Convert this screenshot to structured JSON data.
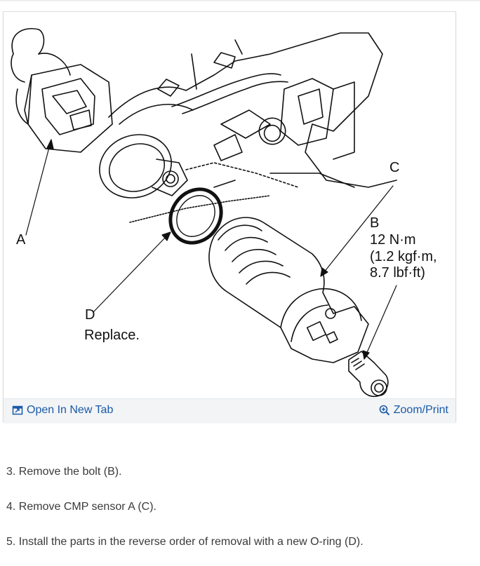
{
  "figure": {
    "callouts": {
      "a": "A",
      "b": "B",
      "b_torque_1": "12 N·m",
      "b_torque_2": "(1.2 kgf·m,",
      "b_torque_3": "8.7 lbf·ft)",
      "c": "C",
      "d": "D",
      "d_note": "Replace."
    },
    "toolbar": {
      "open_label": "Open In New Tab",
      "zoom_label": "Zoom/Print"
    },
    "colors": {
      "link": "#1a5aa8",
      "toolbar_bg": "#f2f4f6"
    }
  },
  "steps": [
    "3. Remove the bolt (B).",
    "4. Remove CMP sensor A (C).",
    "5. Install the parts in the reverse order of removal with a new O-ring (D)."
  ]
}
